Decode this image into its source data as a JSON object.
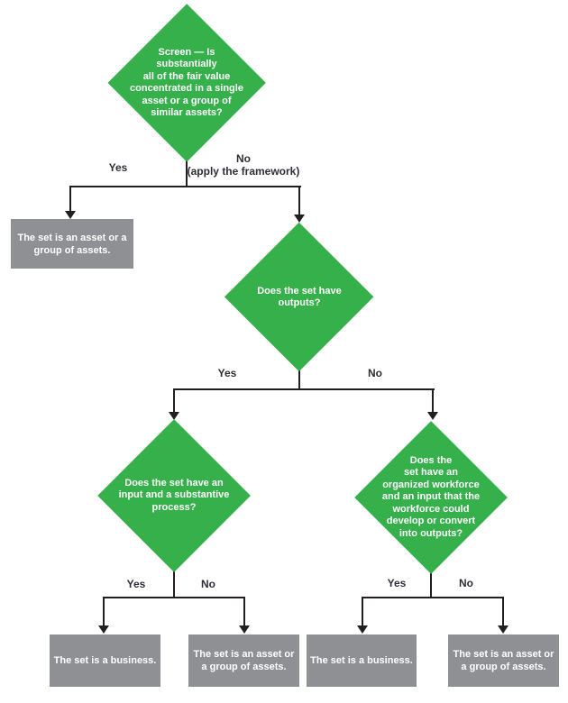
{
  "colors": {
    "decision_fill": "#35b04a",
    "outcome_fill": "#8e9093",
    "connector": "#231f20",
    "label_text": "#2e2e38",
    "shape_text": "#ffffff"
  },
  "nodes": {
    "screen": {
      "text": "Screen — Is\nsubstantially\nall of the fair value\nconcentrated in a single\nasset or a group of\nsimilar assets?"
    },
    "outputs": {
      "text": "Does the set have\noutputs?"
    },
    "input_process": {
      "text": "Does the set have an\ninput and a substantive\nprocess?"
    },
    "workforce": {
      "text": "Does the\nset have an\norganized workforce\nand an input that the\nworkforce could\ndevelop or convert\ninto outputs?"
    },
    "outcome_screen_yes": {
      "text": "The set is an asset or a\ngroup of assets."
    },
    "outcome_input_yes": {
      "text": "The set is a business."
    },
    "outcome_input_no": {
      "text": "The set is an asset or\na group of assets."
    },
    "outcome_workforce_yes": {
      "text": "The set is a business."
    },
    "outcome_workforce_no": {
      "text": "The set is an asset or\na group of assets."
    }
  },
  "edge_labels": {
    "screen_yes": "Yes",
    "screen_no": "No\n(apply the framework)",
    "outputs_yes": "Yes",
    "outputs_no": "No",
    "input_yes": "Yes",
    "input_no": "No",
    "workforce_yes": "Yes",
    "workforce_no": "No"
  }
}
